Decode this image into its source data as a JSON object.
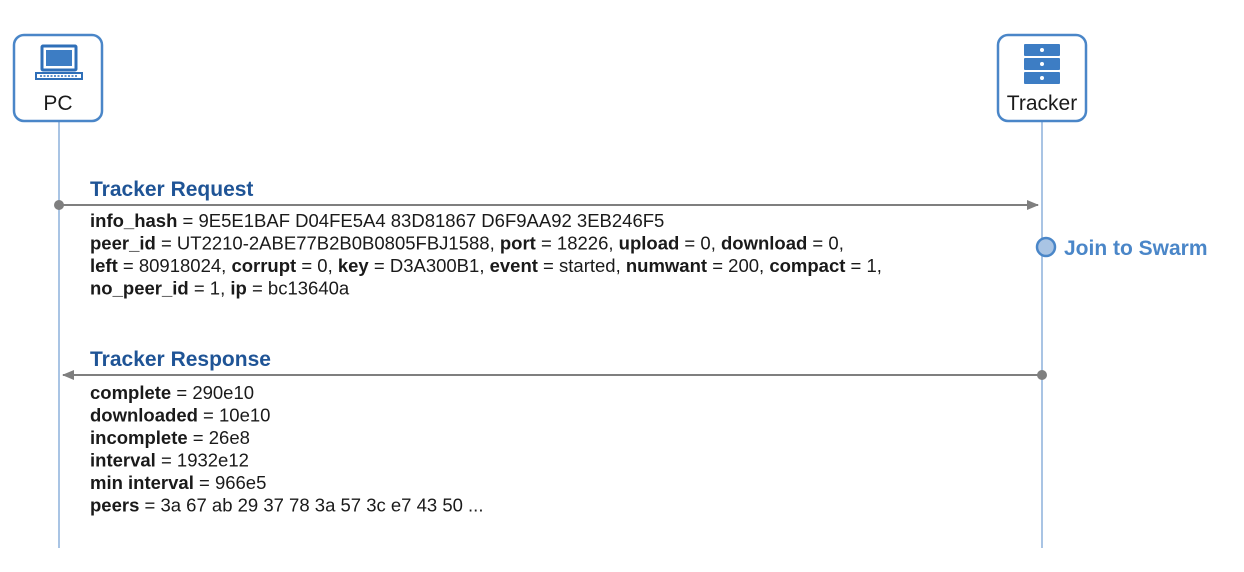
{
  "colors": {
    "actor_border": "#4a86c8",
    "lifeline": "#a9c4e4",
    "arrow": "#7f7f7f",
    "title_text": "#1f5496",
    "note_text": "#4a86c8",
    "icon_blue": "#3d7dc4"
  },
  "actors": {
    "pc": {
      "label": "PC",
      "icon": "laptop-icon"
    },
    "tracker": {
      "label": "Tracker",
      "icon": "server-icon"
    }
  },
  "request": {
    "title": "Tracker Request",
    "lines": [
      [
        {
          "k": "info_hash",
          "v": "9E5E1BAF D04FE5A4 83D81867 D6F9AA92 3EB246F5"
        }
      ],
      [
        {
          "k": "peer_id",
          "v": "UT2210-2ABE77B2B0B0805FBJ1588"
        },
        {
          "k": "port",
          "v": "18226"
        },
        {
          "k": "upload",
          "v": "0"
        },
        {
          "k": "download",
          "v": "0"
        }
      ],
      [
        {
          "k": "left",
          "v": "80918024"
        },
        {
          "k": "corrupt",
          "v": "0"
        },
        {
          "k": "key",
          "v": "D3A300B1"
        },
        {
          "k": "event",
          "v": "started"
        },
        {
          "k": "numwant",
          "v": "200"
        },
        {
          "k": "compact",
          "v": "1"
        }
      ],
      [
        {
          "k": "no_peer_id",
          "v": "1"
        },
        {
          "k": "ip",
          "v": "bc13640a"
        }
      ]
    ],
    "line_trailing_comma": [
      false,
      true,
      true,
      false
    ]
  },
  "note": {
    "label": "Join to Swarm"
  },
  "response": {
    "title": "Tracker Response",
    "lines": [
      [
        {
          "k": "complete",
          "v": "290e10"
        }
      ],
      [
        {
          "k": "downloaded",
          "v": "10e10"
        }
      ],
      [
        {
          "k": "incomplete",
          "v": "26e8"
        }
      ],
      [
        {
          "k": "interval",
          "v": "1932e12"
        }
      ],
      [
        {
          "k": "min interval",
          "v": "966e5"
        }
      ],
      [
        {
          "k": "peers",
          "v": "3a 67 ab 29 37 78 3a 57 3c e7 43 50 ..."
        }
      ]
    ],
    "line_trailing_comma": [
      false,
      false,
      false,
      false,
      false,
      false
    ]
  }
}
